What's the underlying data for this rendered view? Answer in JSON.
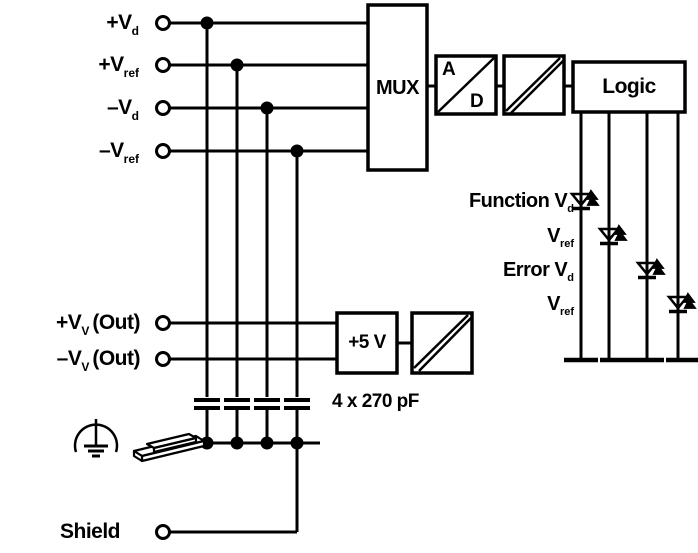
{
  "colors": {
    "background": "#ffffff",
    "ink": "#000000"
  },
  "inputs": {
    "terminals": [
      {
        "pre": "+V",
        "sub": "d",
        "post": ""
      },
      {
        "pre": "+V",
        "sub": "ref",
        "post": ""
      },
      {
        "pre": "–V",
        "sub": "d",
        "post": ""
      },
      {
        "pre": "–V",
        "sub": "ref",
        "post": ""
      }
    ]
  },
  "outputs": {
    "terminals": [
      {
        "pre": "+V",
        "sub": "V",
        "post": "(Out)"
      },
      {
        "pre": "–V",
        "sub": "V",
        "post": "(Out)"
      }
    ]
  },
  "shield": {
    "label": "Shield"
  },
  "blocks": {
    "mux": "MUX",
    "adc": {
      "top": "A",
      "bottom": "D"
    },
    "logic": "Logic",
    "psu": "+5 V"
  },
  "capacitors": {
    "note": "4 x 270 pF"
  },
  "leds": [
    {
      "pre": "Function V",
      "sub": "d"
    },
    {
      "pre": "V",
      "sub": "ref"
    },
    {
      "pre": "Error V",
      "sub": "d"
    },
    {
      "pre": "V",
      "sub": "ref"
    }
  ]
}
